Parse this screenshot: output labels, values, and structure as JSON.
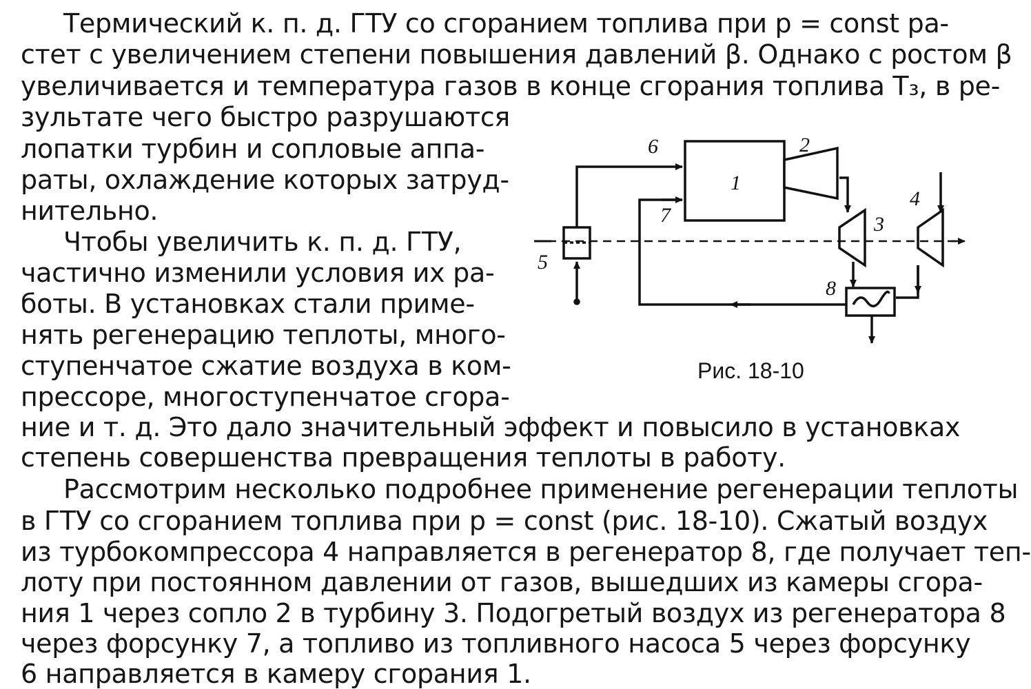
{
  "lines": [
    {
      "text": "Термический к. п. д. ГТУ со сгоранием топлива при p = const ра-"
    },
    {
      "text": "стет с увеличением степени повышения давлений β. Однако с ростом β"
    },
    {
      "text": "увеличивается и температура газов в конце сгорания топлива T₃, в ре-"
    },
    {
      "text": "зультате чего быстро разрушаются"
    },
    {
      "text": "лопатки турбин и сопловые аппа-"
    },
    {
      "text": "раты, охлаждение которых затруд-"
    },
    {
      "text": "нительно."
    },
    {
      "text": "Чтобы увеличить к. п. д. ГТУ,"
    },
    {
      "text": "частично изменили условия их ра-"
    },
    {
      "text": "боты. В установках стали приме-"
    },
    {
      "text": "нять регенерацию теплоты, много-"
    },
    {
      "text": "ступенчатое сжатие воздуха в ком-"
    },
    {
      "text": "прессоре, многоступенчатое сгора-"
    },
    {
      "text": "ние и т. д. Это дало значительный эффект и повысило в установках"
    },
    {
      "text": "степень совершенства превращения теплоты в работу."
    },
    {
      "text": "Рассмотрим несколько подробнее применение регенерации теплоты"
    },
    {
      "text": "в ГТУ со сгоранием топлива при p = const (рис. 18-10). Сжатый воздух"
    },
    {
      "text": "из турбокомпрессора 4 направляется в регенератор 8, где получает теп-"
    },
    {
      "text": "лоту при постоянном давлении от газов, вышедших из камеры сгора-"
    },
    {
      "text": "ния 1 через сопло 2 в турбину 3. Подогретый воздух из регенератора 8"
    },
    {
      "text": "через форсунку 7, а топливо из топливного насоса 5 через форсунку"
    },
    {
      "text": "6 направляется в камеру сгорания 1."
    }
  ],
  "figure": {
    "caption": "Рис. 18-10",
    "labels": {
      "l1": "1",
      "l2": "2",
      "l3": "3",
      "l4": "4",
      "l5": "5",
      "l6": "6",
      "l7": "7",
      "l8": "8"
    }
  }
}
